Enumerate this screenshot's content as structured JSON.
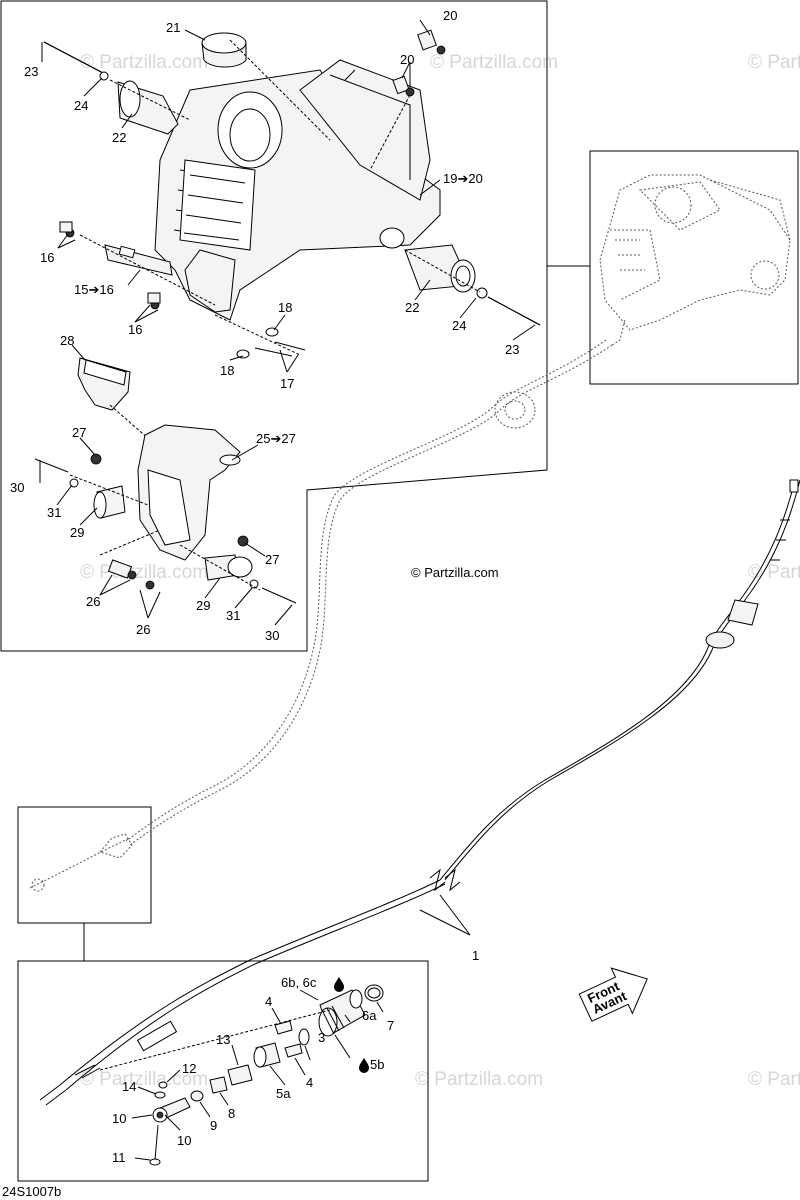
{
  "copyright": "© Partzilla.com",
  "watermark": "© Partzilla.com",
  "figure_code": "24S1007b",
  "direction_arrow": {
    "line1": "Front",
    "line2": "Avant"
  },
  "callouts": {
    "c1": "1",
    "c3": "3",
    "c4a": "4",
    "c4b": "4",
    "c5a": "5a",
    "c5b": "5b",
    "c6a": "6a",
    "c6bc": "6b, 6c",
    "c7": "7",
    "c8": "8",
    "c9": "9",
    "c10a": "10",
    "c10b": "10",
    "c11": "11",
    "c12": "12",
    "c13": "13",
    "c14": "14",
    "c15": "15➔16",
    "c16a": "16",
    "c16b": "16",
    "c17": "17",
    "c18a": "18",
    "c18b": "18",
    "c19": "19➔20",
    "c20a": "20",
    "c20b": "20",
    "c21": "21",
    "c22a": "22",
    "c22b": "22",
    "c23a": "23",
    "c23b": "23",
    "c24a": "24",
    "c24b": "24",
    "c25": "25➔27",
    "c26a": "26",
    "c26b": "26",
    "c27a": "27",
    "c27b": "27",
    "c28": "28",
    "c29a": "29",
    "c29b": "29",
    "c30a": "30",
    "c30b": "30",
    "c31a": "31",
    "c31b": "31"
  },
  "icons": {
    "oil_drop": "oil-drop-icon",
    "arrow": "right-arrow-icon"
  }
}
